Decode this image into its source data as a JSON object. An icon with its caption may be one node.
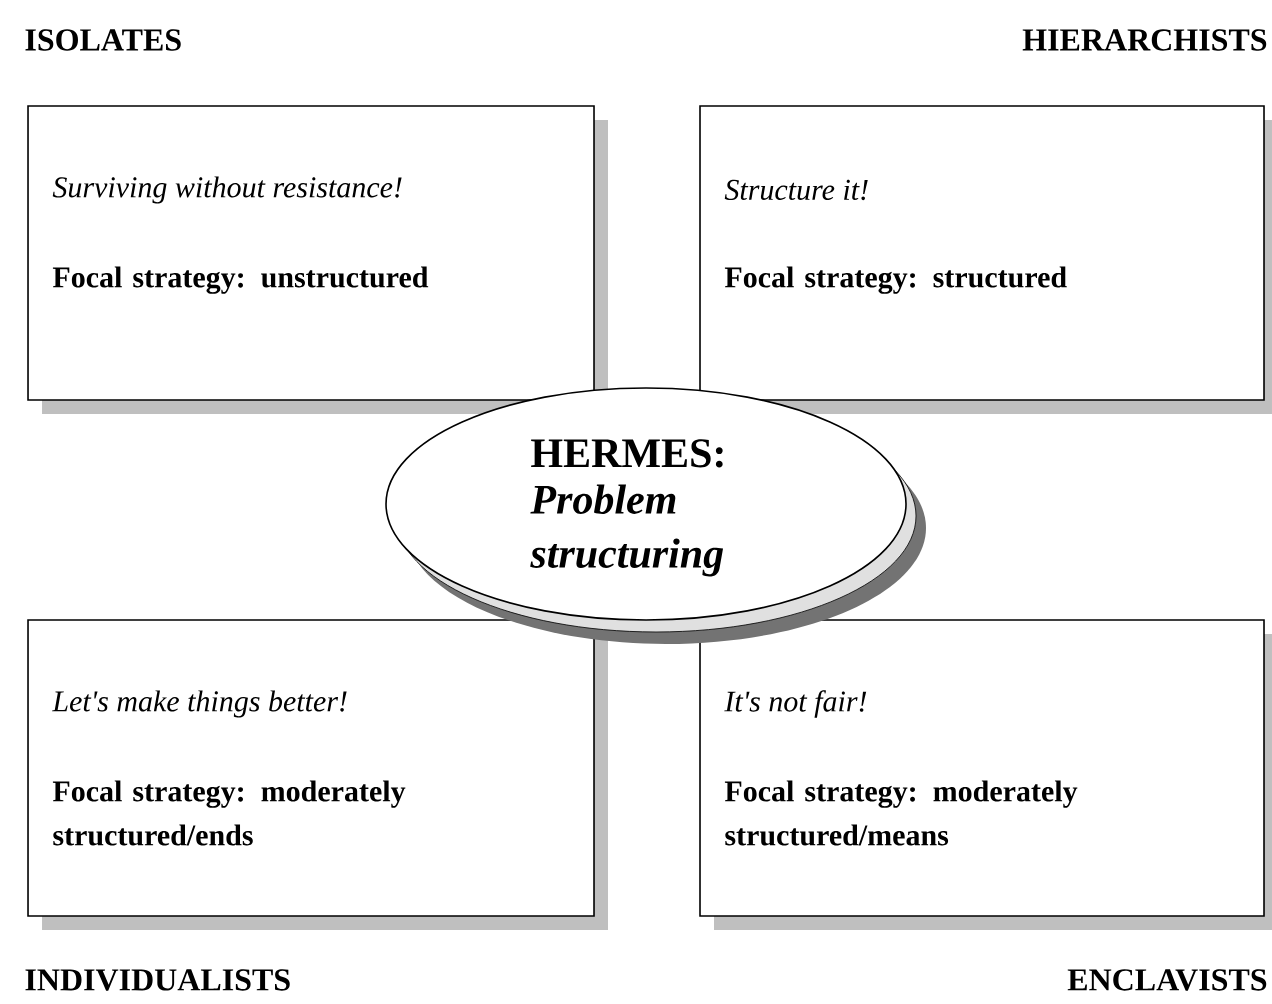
{
  "diagram": {
    "nodes": [
      {
        "text": [
          "ISOLATES",
          "Surviving without resistance!",
          "Focal strategy: unstructured"
        ]
      },
      {
        "text": [
          "HIERARCHISTS",
          "Structure it!",
          "Focal strategy: structured"
        ]
      },
      {
        "text": [
          "Let's make things better!",
          "Focal strategy: moderately structured/ends",
          "INDIVIDUALISTS"
        ]
      },
      {
        "text": [
          "It's not fair!",
          "Focal strategy: moderately structured/means",
          "ENCLAVISTS"
        ]
      },
      {
        "text": [
          "HERMES:",
          "Problem structuring"
        ]
      }
    ]
  }
}
